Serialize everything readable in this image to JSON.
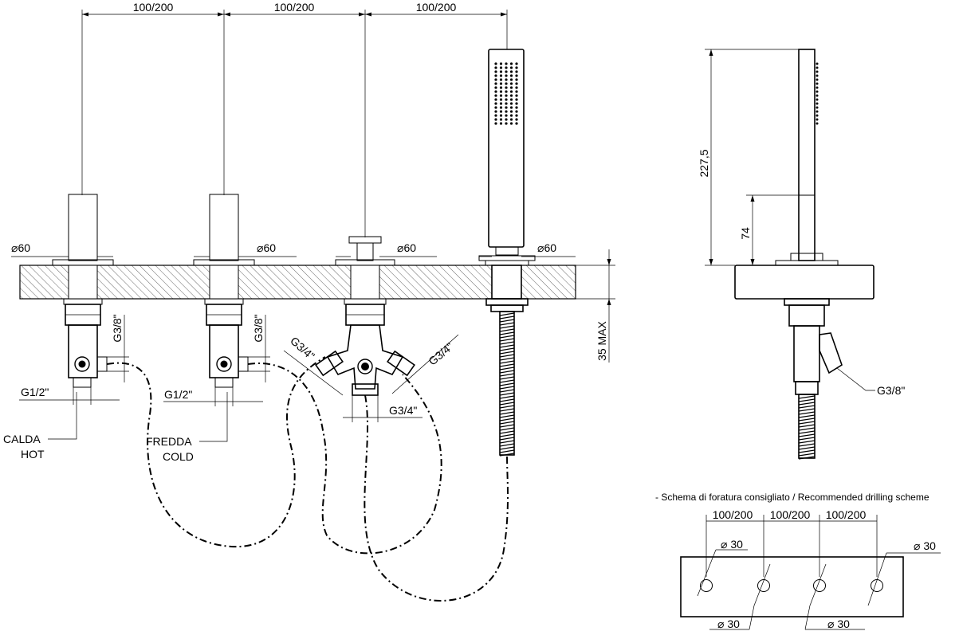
{
  "dims": {
    "spacing_top": [
      "100/200",
      "100/200",
      "100/200"
    ],
    "dia_60": [
      "60",
      "60",
      "60",
      "60"
    ],
    "g38_left": "G3/8\"",
    "g38_mid": "G3/8\"",
    "g12_left": "G1/2\"",
    "g12_mid": "G1/2\"",
    "g34_left": "G3/4\"",
    "g34_right": "G3/4\"",
    "g34_bottom": "G3/4\"",
    "max_35": "35 MAX",
    "h_227": "227,5",
    "h_74": "74",
    "g38_side": "G3/8\""
  },
  "labels": {
    "calda": "CALDA",
    "hot": "HOT",
    "fredda": "FREDDA",
    "cold": "COLD"
  },
  "drilling": {
    "title": "- Schema di foratura consigliato / Recommended drilling scheme",
    "spacing": [
      "100/200",
      "100/200",
      "100/200"
    ],
    "dia_top_left": "30",
    "dia_top_right": "30",
    "dia_bottom_left": "30",
    "dia_bottom_right": "30"
  }
}
